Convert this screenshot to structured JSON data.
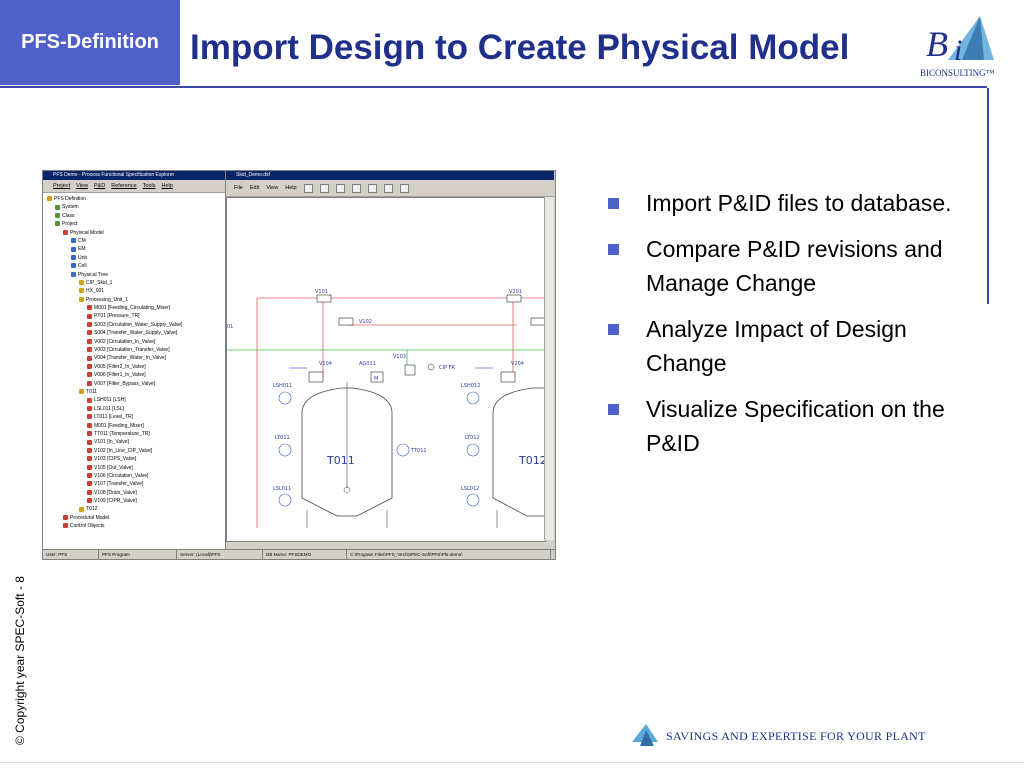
{
  "header": {
    "section_badge": "PFS-Definition",
    "title": "Import Design to Create Physical Model",
    "logo_text": "BICONSULTING™"
  },
  "bullets": [
    "Import P&ID files to database.",
    "Compare P&ID revisions and Manage Change",
    "Analyze Impact of Design Change",
    "Visualize Specification on the P&ID"
  ],
  "copyright": "© Copyright year SPEC-Soft - 8",
  "footer": {
    "tagline": "SAVINGS AND EXPERTISE FOR YOUR PLANT"
  },
  "screenshot": {
    "explorer": {
      "title": "PFS Demo - Process Functional Specification Explorer",
      "menu": [
        "Project",
        "View",
        "P&D",
        "Reference",
        "Tools",
        "Help"
      ],
      "tree": [
        {
          "label": "PFS Definition",
          "level": 0
        },
        {
          "label": "System",
          "level": 1
        },
        {
          "label": "Class",
          "level": 1
        },
        {
          "label": "Project",
          "level": 1
        },
        {
          "label": "Physical Model",
          "level": 2
        },
        {
          "label": "CM",
          "level": 3
        },
        {
          "label": "EM",
          "level": 3
        },
        {
          "label": "Unit",
          "level": 3
        },
        {
          "label": "Cell",
          "level": 3
        },
        {
          "label": "Physical Tree",
          "level": 3
        },
        {
          "label": "CIP_Skid_1",
          "level": 4
        },
        {
          "label": "HX_001",
          "level": 4
        },
        {
          "label": "Processing_Unit_1",
          "level": 4
        },
        {
          "label": "M001 [Feeding_Circulating_Mixer]",
          "level": 5
        },
        {
          "label": "PT01 [Pressure_TR]",
          "level": 5
        },
        {
          "label": "S003 [Circulation_Water_Supply_Valve]",
          "level": 5
        },
        {
          "label": "S004 [Transfer_Water_Supply_Valve]",
          "level": 5
        },
        {
          "label": "V002 [Circulation_In_Valve]",
          "level": 5
        },
        {
          "label": "V003 [Circulation_Transfer_Valve]",
          "level": 5
        },
        {
          "label": "V004 [Transfer_Water_In_Valve]",
          "level": 5
        },
        {
          "label": "V005 [Filter2_In_Valve]",
          "level": 5
        },
        {
          "label": "V006 [Filter1_In_Valve]",
          "level": 5
        },
        {
          "label": "V007 [Filter_Bypass_Valve]",
          "level": 5
        },
        {
          "label": "T011",
          "level": 4
        },
        {
          "label": "LSH011 [LSH]",
          "level": 5
        },
        {
          "label": "LSL011 [LSL]",
          "level": 5
        },
        {
          "label": "LT011 [Level_TR]",
          "level": 5
        },
        {
          "label": "M001 [Feeding_Mixer]",
          "level": 5
        },
        {
          "label": "TT011 [Temperature_TR]",
          "level": 5
        },
        {
          "label": "V101 [In_Valve]",
          "level": 5
        },
        {
          "label": "V102 [In_Line_CIP_Valve]",
          "level": 5
        },
        {
          "label": "V103 [CIPS_Valve]",
          "level": 5
        },
        {
          "label": "V105 [Out_Valve]",
          "level": 5
        },
        {
          "label": "V106 [Circulation_Valve]",
          "level": 5
        },
        {
          "label": "V107 [Transfer_Valve]",
          "level": 5
        },
        {
          "label": "V108 [Drain_Valve]",
          "level": 5
        },
        {
          "label": "V109 [CIPR_Valve]",
          "level": 5
        },
        {
          "label": "T012",
          "level": 4
        },
        {
          "label": "Procedural Model",
          "level": 2
        },
        {
          "label": "Control Objects",
          "level": 2
        }
      ]
    },
    "drawing": {
      "title": "Skid_Demo.dxf",
      "menu": [
        "File",
        "Edit",
        "View",
        "Help"
      ],
      "tags": {
        "v101": "V101",
        "v102": "V102",
        "v201": "V201",
        "v104": "V104",
        "ag011": "AG011",
        "v103": "V103",
        "cip_fr": "CIP FR",
        "v204": "V204",
        "lsh011": "LSH011",
        "lsh012": "LSH012",
        "lt011": "LT011",
        "tt011": "TT011",
        "lt012": "LT012",
        "lsl011": "LSL011",
        "lsl012": "LSL012",
        "t011": "T011",
        "t012": "T012",
        "m": "M",
        "edge_01": "01"
      }
    },
    "status": {
      "user": "User: PFS",
      "program": "PFS Program",
      "server": "Server: (Local)\\PFS",
      "db": "DB Name: PFSDEMO",
      "path": "C:\\Program Files\\PFS_Ver2\\SPEC-Soft\\PFS\\Pfs-demo\\"
    }
  }
}
